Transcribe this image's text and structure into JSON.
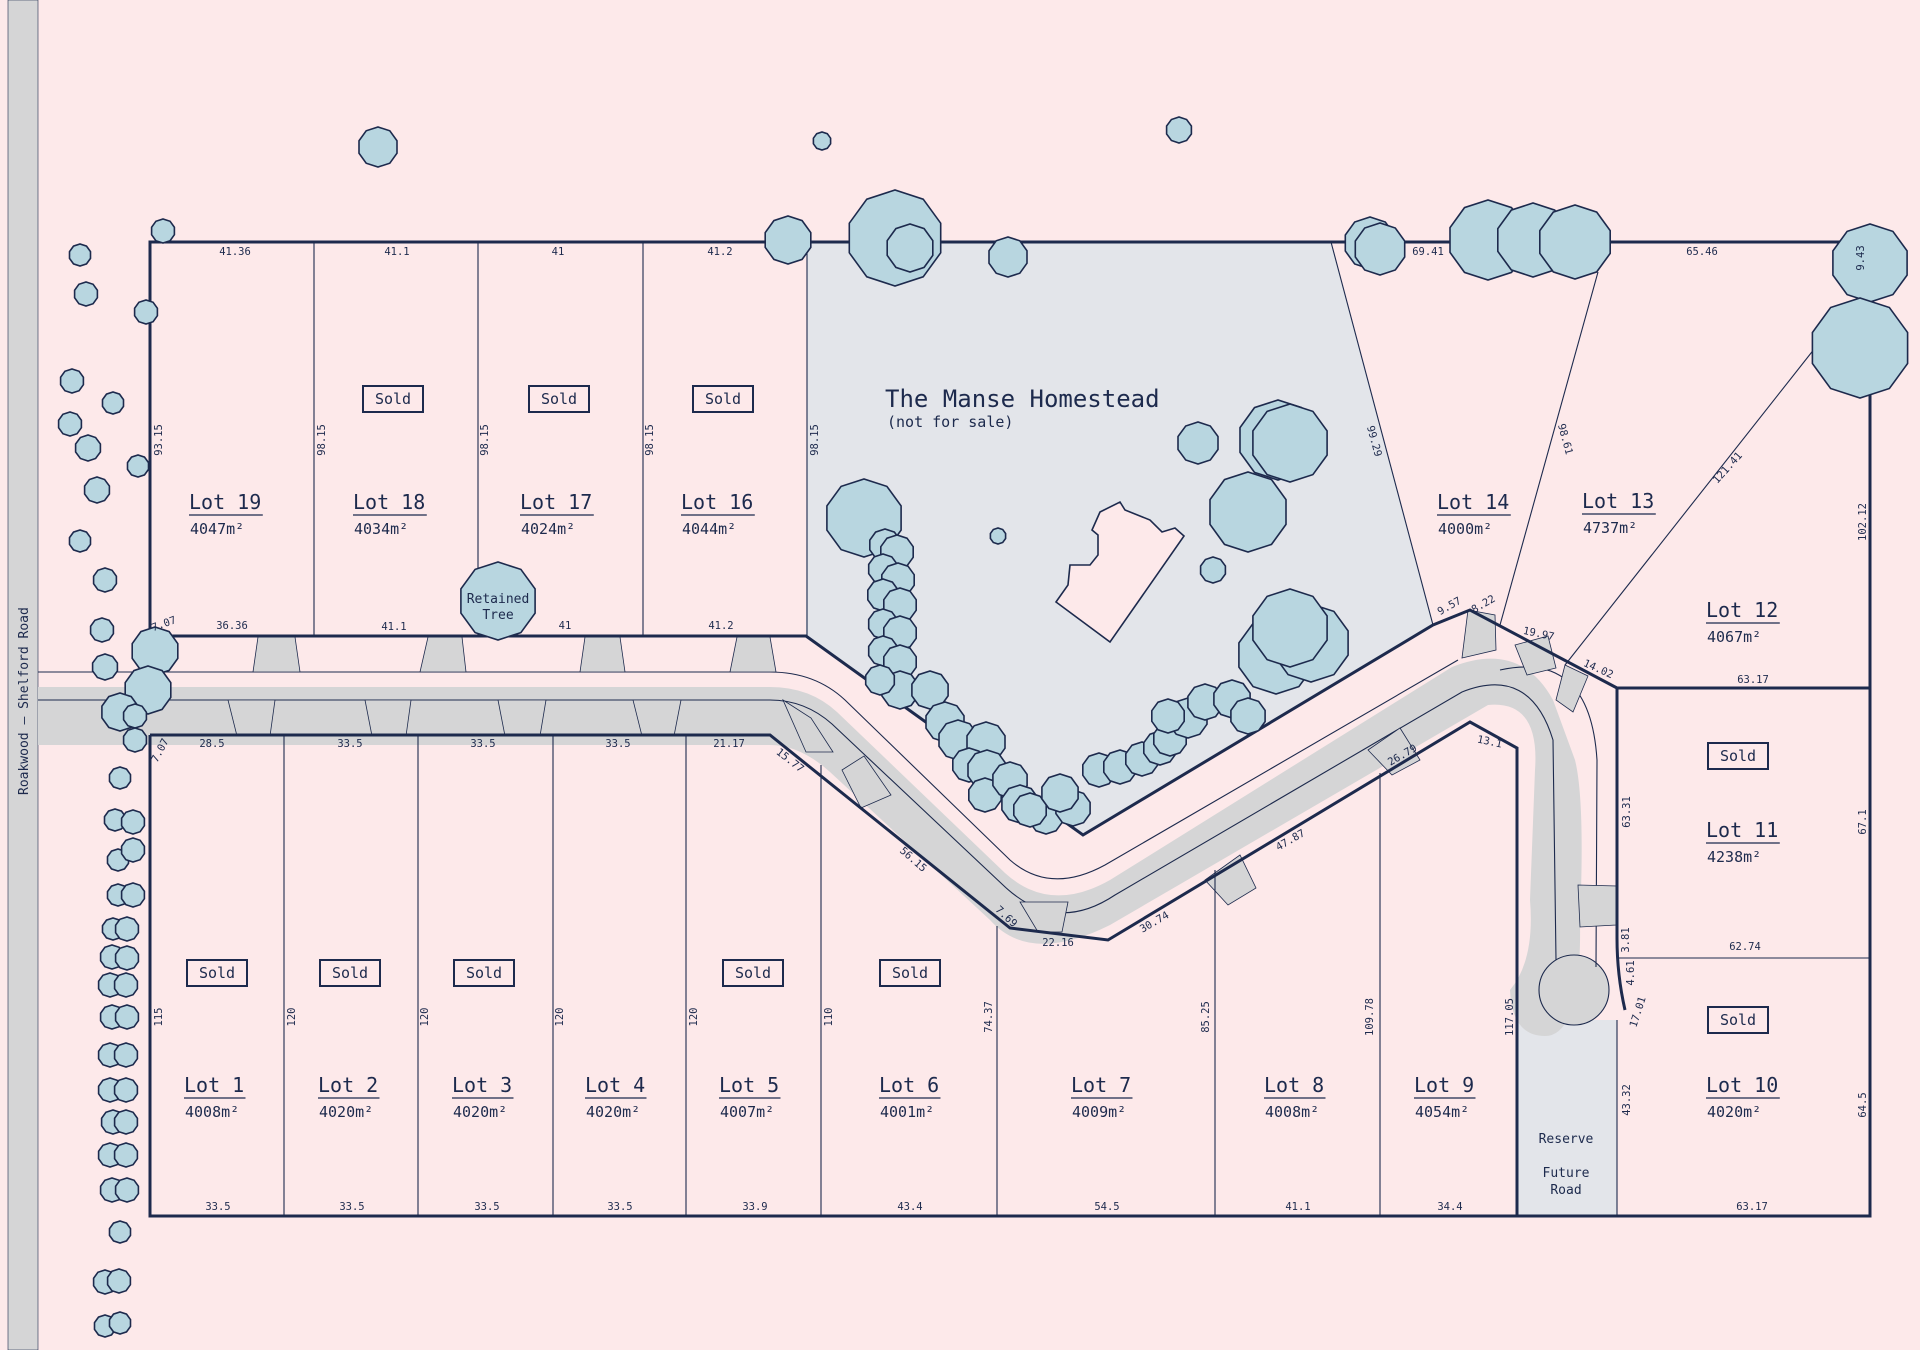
{
  "road_label": "Roakwood – Shelford Road",
  "homestead": {
    "title": "The Manse Homestead",
    "subtitle": "(not for sale)"
  },
  "retained_tree": [
    "Retained",
    "Tree"
  ],
  "reserve": {
    "label": "Reserve",
    "future": [
      "Future",
      "Road"
    ]
  },
  "sold_label": "Sold",
  "lots": [
    {
      "id": "19",
      "name": "Lot 19",
      "area": "4047m²",
      "sold": false
    },
    {
      "id": "18",
      "name": "Lot 18",
      "area": "4034m²",
      "sold": true
    },
    {
      "id": "17",
      "name": "Lot 17",
      "area": "4024m²",
      "sold": true
    },
    {
      "id": "16",
      "name": "Lot 16",
      "area": "4044m²",
      "sold": true
    },
    {
      "id": "14",
      "name": "Lot 14",
      "area": "4000m²",
      "sold": false
    },
    {
      "id": "13",
      "name": "Lot 13",
      "area": "4737m²",
      "sold": false
    },
    {
      "id": "12",
      "name": "Lot 12",
      "area": "4067m²",
      "sold": false
    },
    {
      "id": "11",
      "name": "Lot 11",
      "area": "4238m²",
      "sold": true
    },
    {
      "id": "10",
      "name": "Lot 10",
      "area": "4020m²",
      "sold": true
    },
    {
      "id": "1",
      "name": "Lot 1",
      "area": "4008m²",
      "sold": true
    },
    {
      "id": "2",
      "name": "Lot 2",
      "area": "4020m²",
      "sold": true
    },
    {
      "id": "3",
      "name": "Lot 3",
      "area": "4020m²",
      "sold": true
    },
    {
      "id": "4",
      "name": "Lot 4",
      "area": "4020m²",
      "sold": false
    },
    {
      "id": "5",
      "name": "Lot 5",
      "area": "4007m²",
      "sold": true
    },
    {
      "id": "6",
      "name": "Lot 6",
      "area": "4001m²",
      "sold": true
    },
    {
      "id": "7",
      "name": "Lot 7",
      "area": "4009m²",
      "sold": false
    },
    {
      "id": "8",
      "name": "Lot 8",
      "area": "4008m²",
      "sold": false
    },
    {
      "id": "9",
      "name": "Lot 9",
      "area": "4054m²",
      "sold": false
    }
  ],
  "dimensions": {
    "top": [
      "41.36",
      "41.1",
      "41",
      "41.2",
      "69.41",
      "65.46",
      "9.43"
    ],
    "north_side": [
      "93.15",
      "98.15",
      "98.15",
      "98.15",
      "98.15",
      "99.29",
      "98.61",
      "121.41",
      "102.12"
    ],
    "north_bottom": [
      "7.07",
      "36.36",
      "41.1",
      "41",
      "41.2",
      "9.57",
      "8.22",
      "19.97",
      "14.02",
      "63.17"
    ],
    "south_top": [
      "7.07",
      "28.5",
      "33.5",
      "33.5",
      "33.5",
      "21.17",
      "15.77",
      "56.15",
      "7.69",
      "22.16",
      "30.74",
      "47.87",
      "26.79",
      "13.1"
    ],
    "south_side": [
      "115",
      "120",
      "120",
      "120",
      "120",
      "110",
      "74.37",
      "85.25",
      "109.78",
      "117.05",
      "63.31",
      "67.1",
      "62.74",
      "3.81",
      "4.61",
      "17.01",
      "43.32",
      "64.5"
    ],
    "bottom": [
      "33.5",
      "33.5",
      "33.5",
      "33.5",
      "33.9",
      "43.4",
      "54.5",
      "41.1",
      "34.4",
      "63.17"
    ]
  },
  "colors": {
    "background": "#fde9ea",
    "line": "#1d2a4d",
    "tree": "#b8d6e0",
    "homestead": "#e3e5ea",
    "road": "#d5d5d6"
  }
}
